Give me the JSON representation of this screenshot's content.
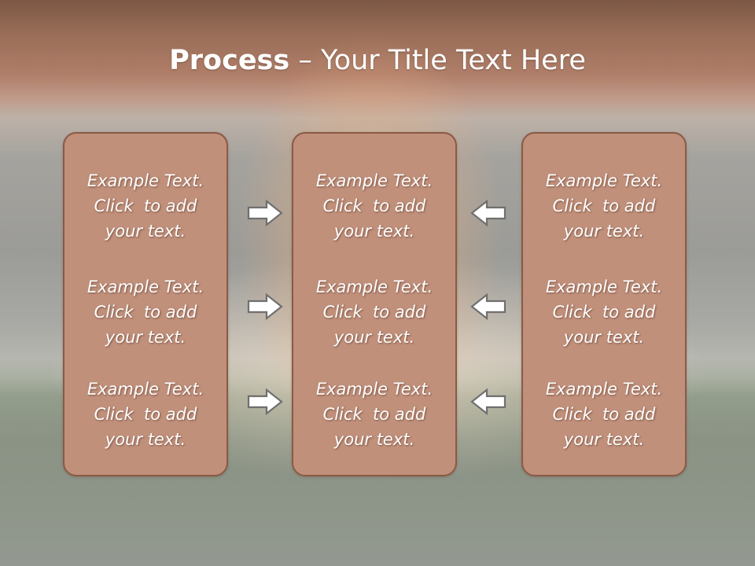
{
  "slide": {
    "title_bold": "Process",
    "title_rest": " – Your Title Text Here"
  },
  "columns": [
    {
      "name": "left",
      "blocks": [
        {
          "line1": "Example Text.",
          "line2": "Click  to add",
          "line3": "your text."
        },
        {
          "line1": "Example Text.",
          "line2": "Click  to add",
          "line3": "your text."
        },
        {
          "line1": "Example Text.",
          "line2": "Click  to add",
          "line3": "your text."
        }
      ]
    },
    {
      "name": "middle",
      "blocks": [
        {
          "line1": "Example Text.",
          "line2": "Click  to add",
          "line3": "your text."
        },
        {
          "line1": "Example Text.",
          "line2": "Click  to add",
          "line3": "your text."
        },
        {
          "line1": "Example Text.",
          "line2": "Click  to add",
          "line3": "your text."
        }
      ]
    },
    {
      "name": "right",
      "blocks": [
        {
          "line1": "Example Text.",
          "line2": "Click  to add",
          "line3": "your text."
        },
        {
          "line1": "Example Text.",
          "line2": "Click  to add",
          "line3": "your text."
        },
        {
          "line1": "Example Text.",
          "line2": "Click  to add",
          "line3": "your text."
        }
      ]
    }
  ],
  "arrows": {
    "left_group": "right-arrow-icon",
    "right_group": "left-arrow-icon"
  },
  "colors": {
    "panel_fill": "#c0907b",
    "panel_border": "#8a5a46",
    "header_band": "#9a6a55",
    "text": "#ffffff"
  }
}
